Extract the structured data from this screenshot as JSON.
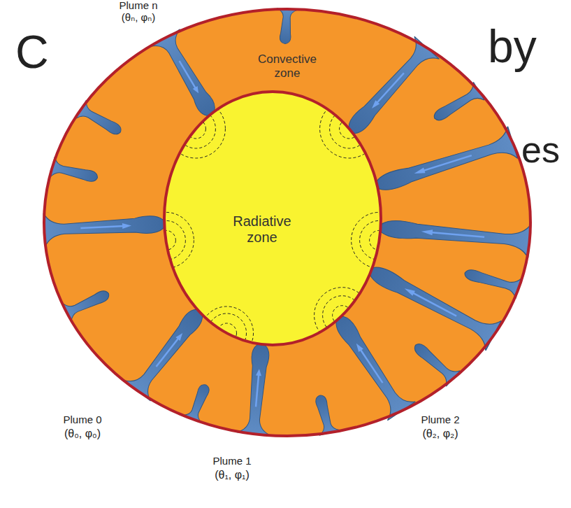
{
  "diagram": {
    "nodes": [
      {
        "text": [
          "Convective zone"
        ]
      },
      {
        "text": [
          "Radiative zone"
        ],
        "in": 0
      }
    ],
    "labels": [
      "C",
      "by",
      "es",
      "Plume n",
      "(θₙ, φₙ)",
      "Plume 0",
      "(θ₀, φ₀)",
      "Plume 1",
      "(θ₁, φ₁)",
      "Plume 2",
      "(θ₂, φ₂)"
    ]
  }
}
